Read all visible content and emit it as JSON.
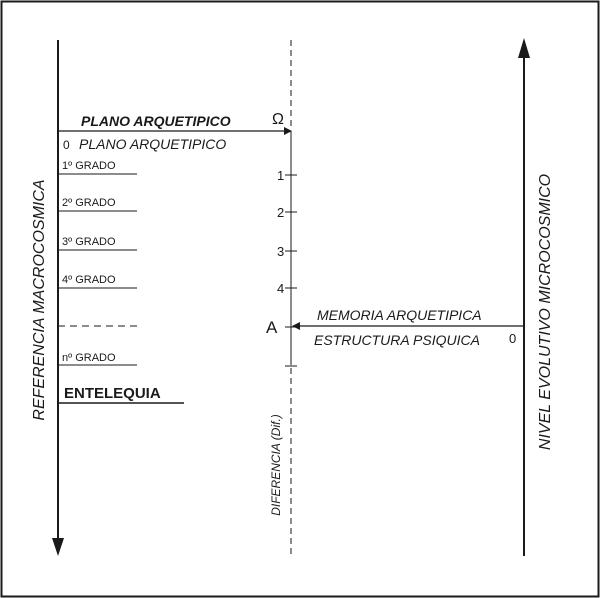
{
  "left_axis": {
    "label": "REFERENCIA MACROCOSMICA",
    "top_label_bold": "PLANO ARQUETIPICO",
    "zero_marker": "0",
    "plano_label": "PLANO ARQUETIPICO",
    "grades": [
      "1º  GRADO",
      "2º  GRADO",
      "3º  GRADO",
      "4º  GRADO"
    ],
    "nth_grade": "nº  GRADO",
    "entelequia": "ENTELEQUIA"
  },
  "center_axis": {
    "omega": "Ω",
    "ticks": [
      "1",
      "2",
      "3",
      "4"
    ],
    "point_label": "A",
    "difference_label": "DIFERENCIA  (Dif.)"
  },
  "right_axis": {
    "label": "NIVEL EVOLUTIVO MICROCOSMICO",
    "memoria_label": "MEMORIA ARQUETIPICA",
    "estructura_label": "ESTRUCTURA PSIQUICA",
    "zero_marker": "0"
  }
}
